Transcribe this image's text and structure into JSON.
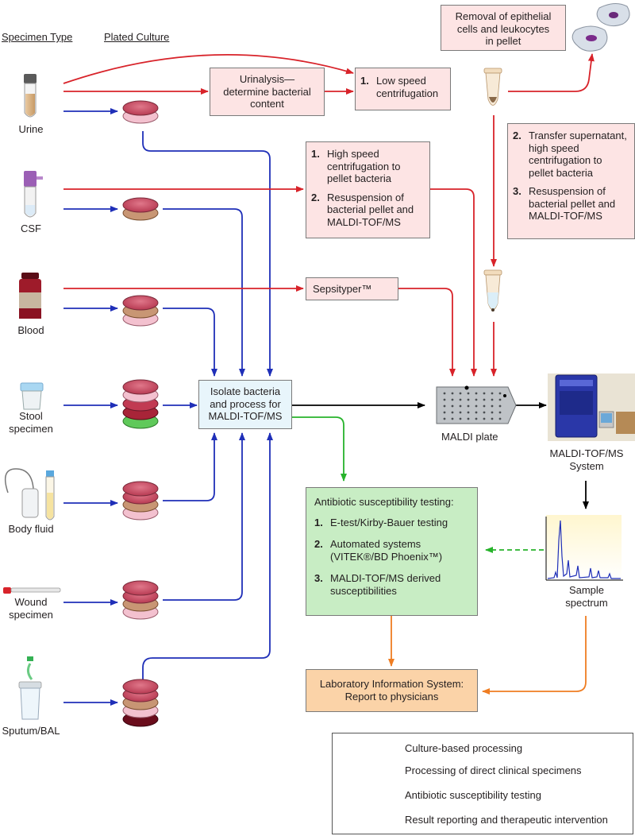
{
  "headers": {
    "specimen_type": "Specimen Type",
    "plated_culture": "Plated Culture"
  },
  "specimens": [
    {
      "label_lines": [
        "Urine"
      ]
    },
    {
      "label_lines": [
        "CSF"
      ]
    },
    {
      "label_lines": [
        "Blood"
      ]
    },
    {
      "label_lines": [
        "Stool",
        "specimen"
      ]
    },
    {
      "label_lines": [
        "Body fluid"
      ]
    },
    {
      "label_lines": [
        "Wound",
        "specimen"
      ]
    },
    {
      "label_lines": [
        "Sputum/BAL"
      ]
    }
  ],
  "boxes": {
    "urinalysis": {
      "lines": [
        "Urinalysis—",
        "determine bacterial",
        "content"
      ]
    },
    "low_speed": {
      "num": "1.",
      "text": "Low speed centrifugation"
    },
    "removal": {
      "lines": [
        "Removal of epithelial",
        "cells and leukocytes",
        "in pellet"
      ]
    },
    "transfer": [
      {
        "num": "2.",
        "text": "Transfer supernatant, high speed centrifugation to pellet bacteria"
      },
      {
        "num": "3.",
        "text": "Resuspension of bacterial pellet and MALDI-TOF/MS"
      }
    ],
    "csf_steps": [
      {
        "num": "1.",
        "text": "High speed centrifugation to pellet bacteria"
      },
      {
        "num": "2.",
        "text": "Resuspension of bacterial pellet and MALDI-TOF/MS"
      }
    ],
    "sepsityper": "Sepsityper™",
    "isolate": {
      "lines": [
        "Isolate bacteria",
        "and process for",
        "MALDI-TOF/MS"
      ]
    },
    "ast": {
      "title": "Antibiotic susceptibility testing:",
      "items": [
        {
          "num": "1.",
          "text": "E-test/Kirby-Bauer testing"
        },
        {
          "num": "2.",
          "text": "Automated systems (VITEK®/BD Phoenix™)"
        },
        {
          "num": "3.",
          "text": "MALDI-TOF/MS derived susceptibilities"
        }
      ]
    },
    "lis": {
      "lines": [
        "Laboratory Information System:",
        "Report to physicians"
      ]
    }
  },
  "labels": {
    "maldi_plate": "MALDI plate",
    "maldi_system": [
      "MALDI-TOF/MS",
      "System"
    ],
    "sample_spectrum": [
      "Sample",
      "spectrum"
    ]
  },
  "legend": [
    {
      "label": "Culture-based processing",
      "color": "#1f2fb8",
      "style": "solid"
    },
    {
      "label": "Processing of direct clinical specimens",
      "color": "#d8232a",
      "style": "solid"
    },
    {
      "label": "Antibiotic susceptibility testing",
      "color": "#27b32b",
      "style": "solid+dashed"
    },
    {
      "label": "Result reporting and therapeutic intervention",
      "color": "#ef7d22",
      "style": "solid"
    }
  ],
  "colors": {
    "culture": "#1f2fb8",
    "direct": "#d8232a",
    "ast": "#27b32b",
    "report": "#ef7d22"
  }
}
